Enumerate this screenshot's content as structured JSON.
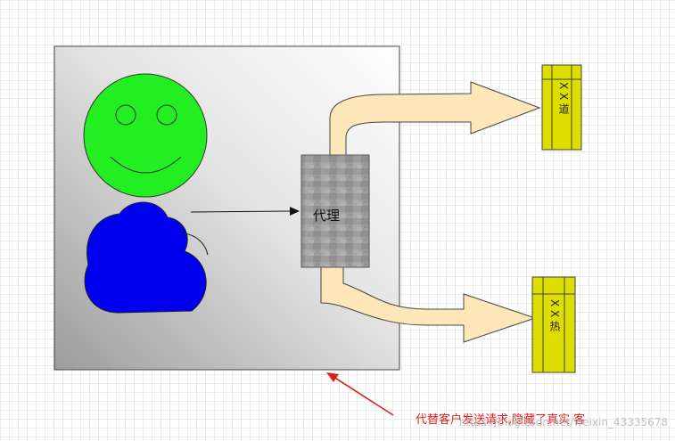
{
  "diagram": {
    "proxy_label": "代理",
    "server_top_label": "X X 道",
    "server_bottom_label": "X X 热",
    "annotation": "代替客户发送请求,隐藏了真实 客",
    "watermark": "https://blog.csdn.net/weixin_43335678"
  },
  "colors": {
    "face_fill": "#22ee22",
    "client_fill": "#0000ee",
    "proxy_fill": "#9a9a9a",
    "server_fill": "#dddd00",
    "arrow_fill": "#fde6b8",
    "annotation_color": "#e02020"
  }
}
